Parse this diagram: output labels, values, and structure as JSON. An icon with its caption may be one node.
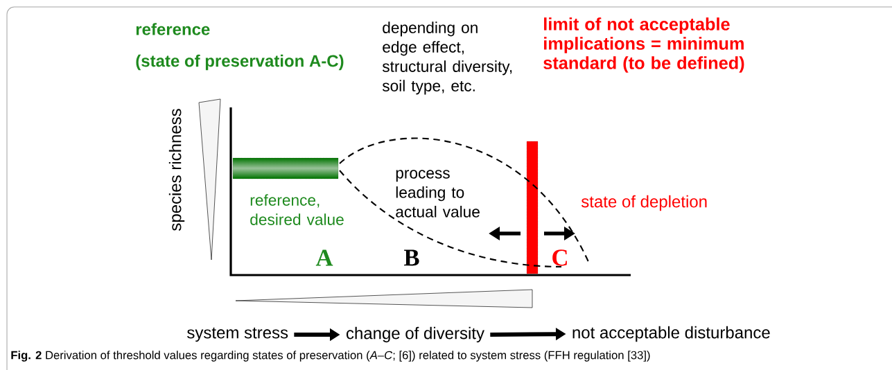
{
  "diagram": {
    "caption": "**Fig. 2** Derivation of threshold values regarding states of preservation (*A–C*; [6]) related to system stress (FFH regulation [33])",
    "nodes": [
      {
        "text": [],
        "shape": "bar"
      },
      {
        "text": [],
        "shape": "bar"
      },
      {
        "text": [
          "system stress"
        ]
      },
      {
        "text": [
          "change of diversity"
        ]
      },
      {
        "text": [
          "not acceptable disturbance"
        ]
      }
    ],
    "edges": [
      {
        "from": 2,
        "to": 3,
        "arrow": "to"
      },
      {
        "from": 3,
        "to": 4,
        "arrow": "to"
      }
    ],
    "labels": [
      "reference",
      "(state of preservation A-C)",
      "depending on edge effect, structural diversity, soil type, etc.",
      "limit of not acceptable implications = minimum standard (to be defined)",
      "species richness",
      "process leading to actual value",
      "reference, desired value",
      "state of depletion",
      "A",
      "B",
      "C"
    ]
  }
}
